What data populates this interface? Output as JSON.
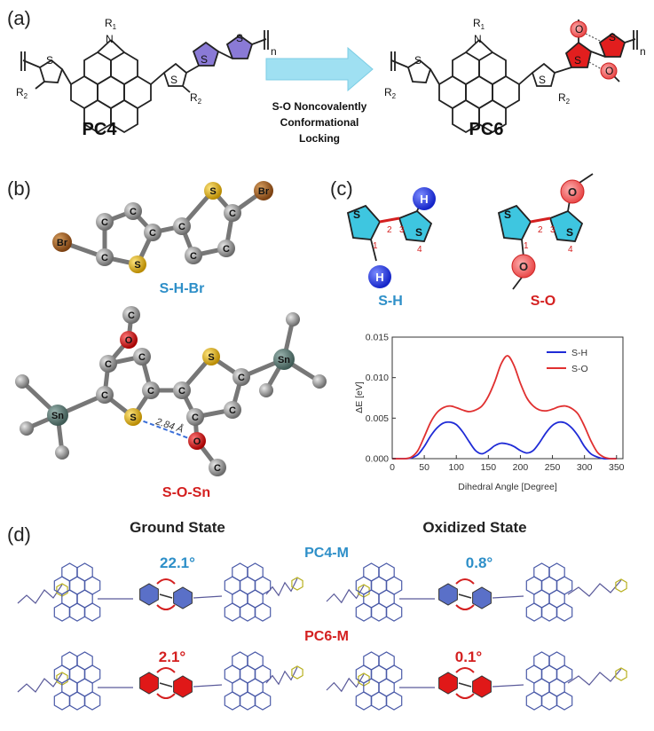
{
  "panels": {
    "a": {
      "label": "(a)",
      "left_name": "PC4",
      "right_name": "PC6",
      "arrow_text": [
        "S-O Noncovalently",
        "Conformational",
        "Locking"
      ],
      "atoms": {
        "N": "N",
        "R1": "R",
        "R1_sub": "1",
        "R2": "R",
        "R2_sub": "2",
        "S": "S",
        "O": "O",
        "n": "n"
      }
    },
    "b": {
      "label": "(b)",
      "top_caption": "S-H-Br",
      "bottom_caption": "S-O-Sn",
      "distance": "2.84 Å",
      "atoms": {
        "C": "C",
        "S": "S",
        "Br": "Br",
        "O": "O",
        "Sn": "Sn"
      }
    },
    "c": {
      "label": "(c)",
      "left_caption": "S-H",
      "right_caption": "S-O",
      "atoms": {
        "S": "S",
        "H": "H",
        "O": "O"
      },
      "numbers": [
        "1",
        "2",
        "3",
        "4"
      ]
    },
    "d": {
      "label": "(d)",
      "ground_title": "Ground State",
      "oxidized_title": "Oxidized State",
      "pc4_label": "PC4-M",
      "pc6_label": "PC6-M",
      "angles": {
        "pc4_ground": "22.1°",
        "pc4_oxidized": "0.8°",
        "pc6_ground": "2.1°",
        "pc6_oxidized": "0.1°"
      }
    }
  },
  "colors": {
    "blue_accent": "#2e8fc8",
    "red_accent": "#d42020",
    "cyan_ring": "#3ec6e0",
    "sh_line": "#1f2bd6",
    "so_line": "#e03030",
    "bond_red": "#d42020"
  },
  "chart_data": {
    "type": "line",
    "xlabel": "Dihedral Angle [Degree]",
    "ylabel": "ΔE [eV]",
    "xlim": [
      0,
      360
    ],
    "ylim": [
      0,
      0.015
    ],
    "xticks": [
      "0",
      "50",
      "100",
      "150",
      "200",
      "250",
      "300",
      "350"
    ],
    "yticks": [
      "0.000",
      "0.005",
      "0.010",
      "0.015"
    ],
    "legend_position": "top-right",
    "series": [
      {
        "name": "S-H",
        "color": "#1f2bd6",
        "x": [
          0,
          20,
          30,
          40,
          50,
          60,
          70,
          80,
          90,
          100,
          110,
          120,
          130,
          140,
          150,
          160,
          170,
          180,
          190,
          200,
          210,
          220,
          230,
          240,
          250,
          260,
          270,
          280,
          290,
          300,
          310,
          320,
          330,
          340,
          350
        ],
        "y": [
          0,
          0,
          0.0001,
          0.0005,
          0.0015,
          0.0028,
          0.0038,
          0.0044,
          0.0045,
          0.0042,
          0.0033,
          0.0021,
          0.001,
          0.0006,
          0.001,
          0.0016,
          0.0019,
          0.0018,
          0.0015,
          0.001,
          0.0007,
          0.001,
          0.002,
          0.0032,
          0.0041,
          0.0045,
          0.0044,
          0.0038,
          0.0028,
          0.0015,
          0.0006,
          0.0002,
          0,
          0,
          0
        ]
      },
      {
        "name": "S-O",
        "color": "#e03030",
        "x": [
          0,
          20,
          30,
          40,
          50,
          60,
          70,
          80,
          90,
          100,
          110,
          120,
          130,
          140,
          150,
          160,
          170,
          180,
          190,
          200,
          210,
          220,
          230,
          240,
          250,
          260,
          270,
          280,
          290,
          300,
          310,
          320,
          330,
          340,
          350
        ],
        "y": [
          0,
          0,
          0.0002,
          0.001,
          0.0027,
          0.0045,
          0.0057,
          0.0063,
          0.0065,
          0.0063,
          0.006,
          0.0058,
          0.006,
          0.0065,
          0.0077,
          0.0095,
          0.0117,
          0.0127,
          0.0115,
          0.0093,
          0.0075,
          0.0065,
          0.006,
          0.0059,
          0.0061,
          0.0064,
          0.0065,
          0.0062,
          0.0055,
          0.004,
          0.0022,
          0.0008,
          0.0002,
          0,
          0
        ]
      }
    ]
  }
}
